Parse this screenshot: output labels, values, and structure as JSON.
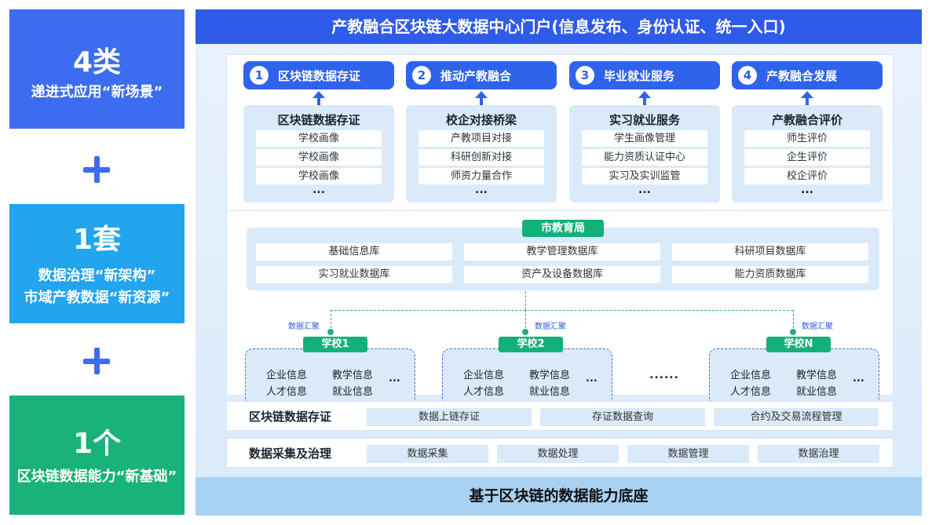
{
  "left": {
    "box1": {
      "big": "4类",
      "sub": "递进式应用“新场景”"
    },
    "box2": {
      "big": "1套",
      "sub1": "数据治理“新架构”",
      "sub2": "市域产教数据“新资源”"
    },
    "box3": {
      "big": "1个",
      "sub": "区块链数据能力“新基础”"
    }
  },
  "title": "产教融合区块链大数据中心门户(信息发布、身份认证、统一入口)",
  "apps": [
    {
      "num": "1",
      "label": "区块链数据存证",
      "card_title": "区块链数据存证",
      "items": [
        "学校画像",
        "学校画像",
        "学校画像"
      ],
      "more": "..."
    },
    {
      "num": "2",
      "label": "推动产教融合",
      "card_title": "校企对接桥梁",
      "items": [
        "产教项目对接",
        "科研创新对接",
        "师资力量合作"
      ],
      "more": "..."
    },
    {
      "num": "3",
      "label": "毕业就业服务",
      "card_title": "实习就业服务",
      "items": [
        "学生画像管理",
        "能力资质认证中心",
        "实习及实训监管"
      ],
      "more": "..."
    },
    {
      "num": "4",
      "label": "产教融合发展",
      "card_title": "产教融合评价",
      "items": [
        "师生评价",
        "企生评价",
        "校企评价"
      ],
      "more": "..."
    }
  ],
  "bureau": {
    "tag": "市教育局",
    "dbs": [
      "基础信息库",
      "教学管理数据库",
      "科研项目数据库",
      "实习就业数据库",
      "资产及设备数据库",
      "能力资质数据库"
    ]
  },
  "flow_label": "数据汇聚",
  "schools": [
    {
      "tag": "学校1",
      "info": [
        "企业信息",
        "教学信息",
        "人才信息",
        "就业信息"
      ],
      "more": "..."
    },
    {
      "tag": "学校2",
      "info": [
        "企业信息",
        "教学信息",
        "人才信息",
        "就业信息"
      ],
      "more": "..."
    },
    {
      "tag": "学校N",
      "info": [
        "企业信息",
        "教学信息",
        "人才信息",
        "就业信息"
      ],
      "more": "..."
    }
  ],
  "schools_ellipsis": "......",
  "chain_row": {
    "label": "区块链数据存证",
    "items": [
      "数据上链存证",
      "存证数据查询",
      "合约及交易流程管理"
    ]
  },
  "collect_row": {
    "label": "数据采集及治理",
    "items": [
      "数据采集",
      "数据处理",
      "数据管理",
      "数据治理"
    ]
  },
  "base": "基于区块链的数据能力底座",
  "colors": {
    "blue": "#2f5bea",
    "sky": "#22a4ee",
    "green": "#19b27a",
    "panel": "#dbeaf8"
  }
}
